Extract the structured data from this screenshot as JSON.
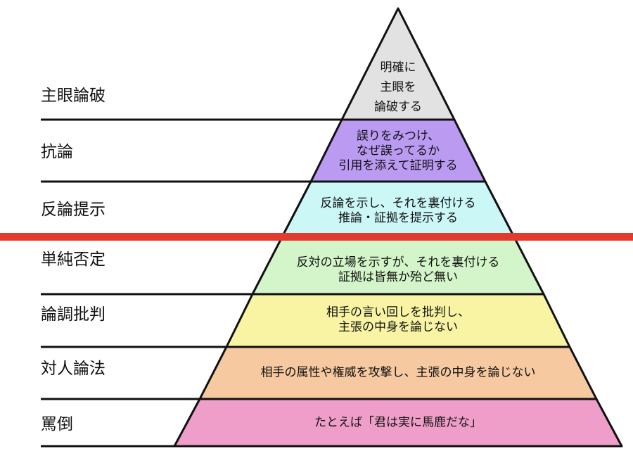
{
  "levels": [
    {
      "label": "主眼論破",
      "lines": [
        "明確に",
        "主眼を",
        "論破する"
      ],
      "color": "#e2e2e2"
    },
    {
      "label": "抗論",
      "lines": [
        "誤りをみつけ、",
        "なぜ誤ってるか",
        "引用を添えて証明する"
      ],
      "color": "#bb9af2"
    },
    {
      "label": "反論提示",
      "lines": [
        "反論を示し、それを裏付ける",
        "推論・証拠を提示する"
      ],
      "color": "#ccf7f7"
    },
    {
      "label": "単純否定",
      "lines": [
        "反対の立場を示すが、それを裏付ける",
        "証拠は皆無か殆ど無い"
      ],
      "color": "#d3f5c9"
    },
    {
      "label": "論調批判",
      "lines": [
        "相手の言い回しを批判し、",
        "主張の中身を論じない"
      ],
      "color": "#f8f4a4"
    },
    {
      "label": "対人論法",
      "lines": [
        "相手の属性や権威を攻撃し、主張の中身を論じない"
      ],
      "color": "#f6c9a1"
    },
    {
      "label": "罵倒",
      "lines": [
        "たとえば「君は実に馬鹿だな」"
      ],
      "color": "#ee9ec8"
    }
  ],
  "divider_color": "#e23a2c"
}
